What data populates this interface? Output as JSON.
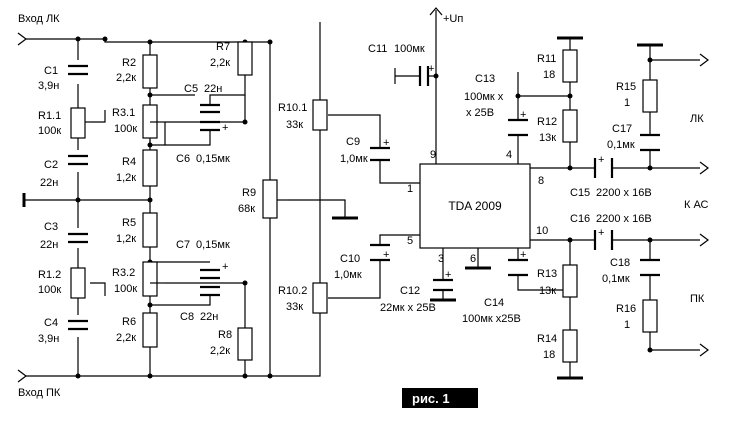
{
  "inputs": {
    "left": "Вход ЛК",
    "right": "Вход ПК"
  },
  "supply": "+Uп",
  "ic": {
    "name": "TDA 2009",
    "pins": [
      "1",
      "3",
      "4",
      "5",
      "6",
      "8",
      "9",
      "10"
    ]
  },
  "components": {
    "C1": {
      "name": "C1",
      "value": "3,9н"
    },
    "R1_1": {
      "name": "R1.1",
      "value": "100к"
    },
    "C2": {
      "name": "C2",
      "value": "22н"
    },
    "C3": {
      "name": "C3",
      "value": "22н"
    },
    "R1_2": {
      "name": "R1.2",
      "value": "100к"
    },
    "C4": {
      "name": "C4",
      "value": "3,9н"
    },
    "R2": {
      "name": "R2",
      "value": "2,2к"
    },
    "R3_1": {
      "name": "R3.1",
      "value": "100к"
    },
    "R4": {
      "name": "R4",
      "value": "1,2к"
    },
    "R5": {
      "name": "R5",
      "value": "1,2к"
    },
    "R3_2": {
      "name": "R3.2",
      "value": "100к"
    },
    "R6": {
      "name": "R6",
      "value": "2,2к"
    },
    "R7": {
      "name": "R7",
      "value": "2,2к"
    },
    "C5": {
      "name": "C5",
      "value": "22н"
    },
    "C6": {
      "name": "C6",
      "value": "0,15мк"
    },
    "C7": {
      "name": "C7",
      "value": "0,15мк"
    },
    "C8": {
      "name": "C8",
      "value": "22н"
    },
    "R8": {
      "name": "R8",
      "value": "2,2к"
    },
    "R9": {
      "name": "R9",
      "value": "68к"
    },
    "R10_1": {
      "name": "R10.1",
      "value": "33к"
    },
    "R10_2": {
      "name": "R10.2",
      "value": "33к"
    },
    "C9": {
      "name": "C9",
      "value": "1,0мк"
    },
    "C10": {
      "name": "C10",
      "value": "1,0мк"
    },
    "C11": {
      "name": "C11",
      "value": "100мк"
    },
    "C12": {
      "name": "C12",
      "value": "22мк x 25В"
    },
    "C13": {
      "name": "C13",
      "value": "100мк x",
      "value2": "x 25В"
    },
    "C14": {
      "name": "C14",
      "value": "100мк x25В"
    },
    "R11": {
      "name": "R11",
      "value": "18"
    },
    "R12": {
      "name": "R12",
      "value": "13к"
    },
    "R13": {
      "name": "R13",
      "value": "13к"
    },
    "R14": {
      "name": "R14",
      "value": "18"
    },
    "C15": {
      "name": "C15",
      "value": "2200 x 16В"
    },
    "C16": {
      "name": "C16",
      "value": "2200 x 16В"
    },
    "C17": {
      "name": "C17",
      "value": "0,1мк"
    },
    "C18": {
      "name": "C18",
      "value": "0,1мк"
    },
    "R15": {
      "name": "R15",
      "value": "1"
    },
    "R16": {
      "name": "R16",
      "value": "1"
    }
  },
  "outputs": {
    "left": "ЛК",
    "right": "ПК",
    "speakers": "К АС"
  },
  "polarity": "+",
  "figure_label": "рис. 1"
}
